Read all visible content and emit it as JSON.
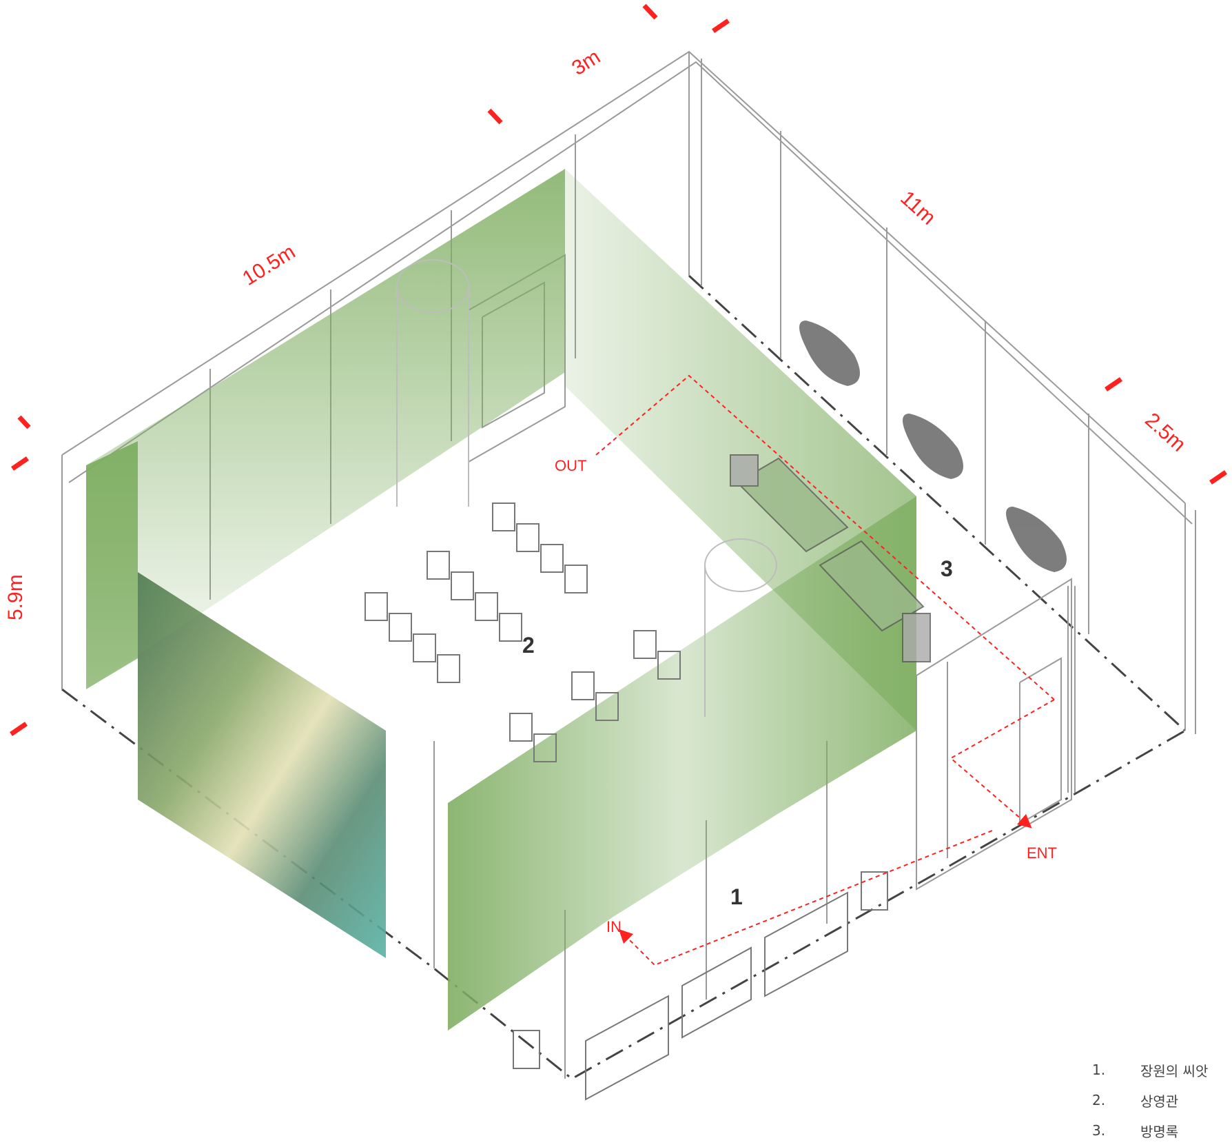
{
  "dimensions": {
    "width_left": "10.5m",
    "width_mid": "3m",
    "depth_right": "11m",
    "offset_right": "2.5m",
    "height": "5.9m"
  },
  "flow": {
    "in": "IN",
    "out": "OUT",
    "ent": "ENT"
  },
  "zones": {
    "z1": "1",
    "z2": "2",
    "z3": "3"
  },
  "legend": [
    {
      "num": "1.",
      "label": "장원의 씨앗"
    },
    {
      "num": "2.",
      "label": "상영관"
    },
    {
      "num": "3.",
      "label": "방명록"
    }
  ],
  "colors": {
    "dimension": "#ff2020",
    "curtain": "#7fae62",
    "structure": "#9a9a9a"
  }
}
